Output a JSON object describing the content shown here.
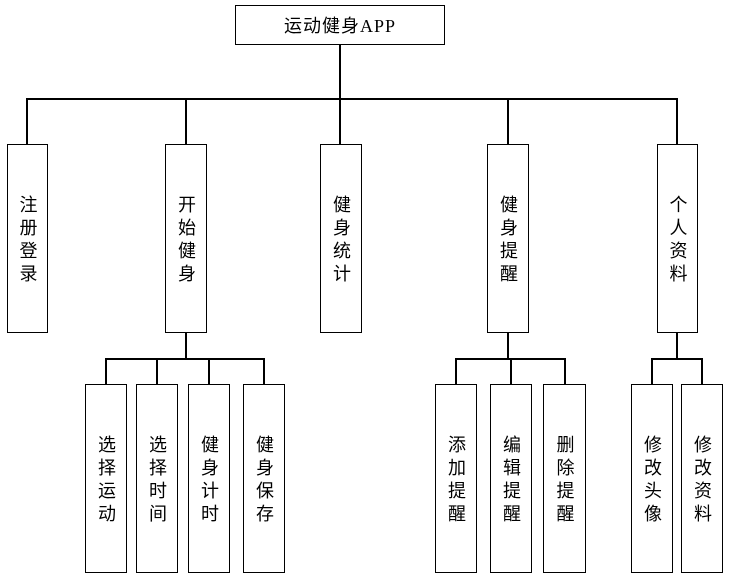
{
  "chart": {
    "root": {
      "label": "运动健身APP"
    },
    "level2": [
      {
        "label": "注册登录"
      },
      {
        "label": "开始健身"
      },
      {
        "label": "健身统计"
      },
      {
        "label": "健身提醒"
      },
      {
        "label": "个人资料"
      }
    ],
    "level3_start_fitness": [
      {
        "label": "选择运动"
      },
      {
        "label": "选择时间"
      },
      {
        "label": "健身计时"
      },
      {
        "label": "健身保存"
      }
    ],
    "level3_reminder": [
      {
        "label": "添加提醒"
      },
      {
        "label": "编辑提醒"
      },
      {
        "label": "删除提醒"
      }
    ],
    "level3_profile": [
      {
        "label": "修改头像"
      },
      {
        "label": "修改资料"
      }
    ],
    "colors": {
      "line": "#000000",
      "box_border": "#000000",
      "background": "#ffffff",
      "text": "#000000"
    }
  }
}
